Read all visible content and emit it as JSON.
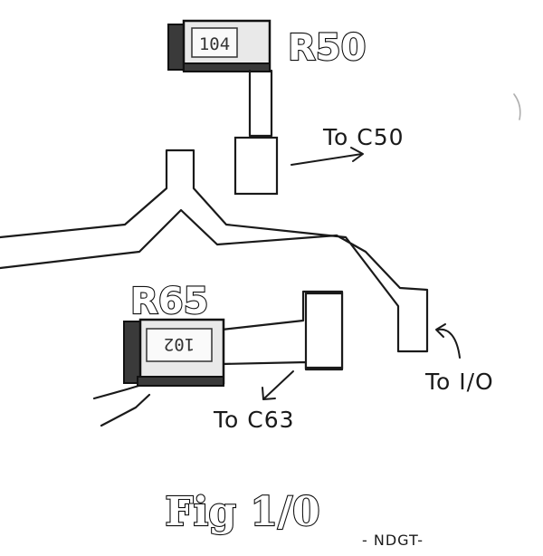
{
  "components": [
    {
      "refdes": "R50",
      "marking": "104"
    },
    {
      "refdes": "R65",
      "marking": "102",
      "marking_rotated_180": true
    }
  ],
  "notes": {
    "to_c50": "To C50",
    "to_c63": "To C63",
    "to_io": "To I/O"
  },
  "caption": "Fig 1/0",
  "signature": "- NDGT-"
}
